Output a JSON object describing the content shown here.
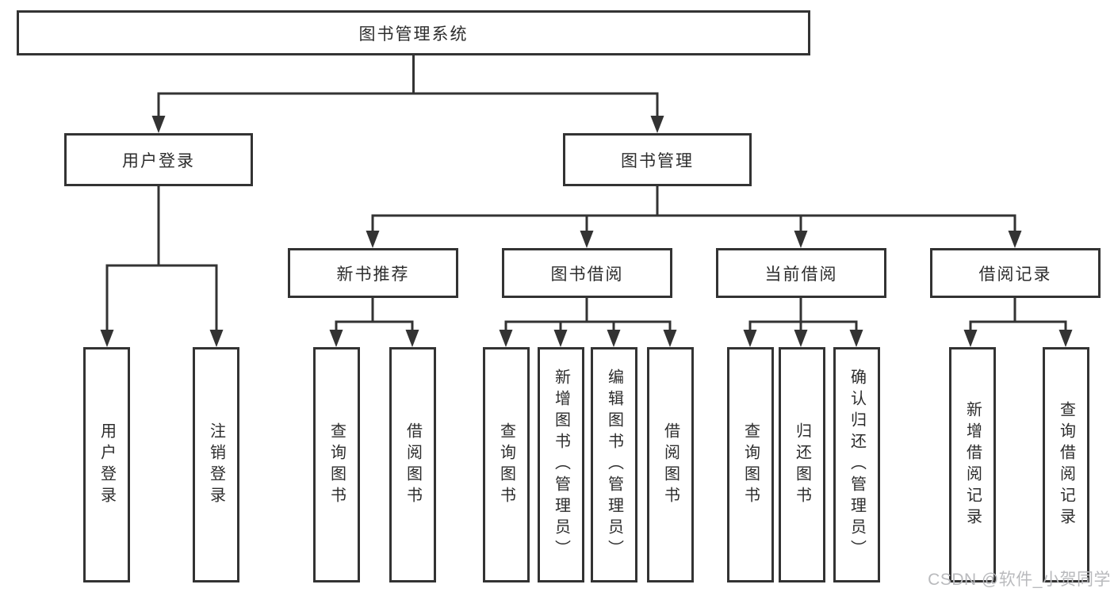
{
  "diagram": {
    "root": {
      "label": "图书管理系统"
    },
    "branches": [
      {
        "label": "用户登录",
        "children": [
          {
            "label": "用户登录"
          },
          {
            "label": "注销登录"
          }
        ]
      },
      {
        "label": "图书管理",
        "children": [
          {
            "label": "新书推荐",
            "children": [
              {
                "label": "查询图书"
              },
              {
                "label": "借阅图书"
              }
            ]
          },
          {
            "label": "图书借阅",
            "children": [
              {
                "label": "查询图书"
              },
              {
                "label": "新增图书（管理员）"
              },
              {
                "label": "编辑图书（管理员）"
              },
              {
                "label": "借阅图书"
              }
            ]
          },
          {
            "label": "当前借阅",
            "children": [
              {
                "label": "查询图书"
              },
              {
                "label": "归还图书"
              },
              {
                "label": "确认归还（管理员）"
              }
            ]
          },
          {
            "label": "借阅记录",
            "children": [
              {
                "label": "新增借阅记录"
              },
              {
                "label": "查询借阅记录"
              }
            ]
          }
        ]
      }
    ]
  },
  "watermark": {
    "text": "CSDN @软件_小贺同学"
  },
  "colors": {
    "line": "#333333",
    "box_border": "#333333",
    "text": "#2d2d2d",
    "background": "#ffffff",
    "watermark": "#b9babd"
  }
}
